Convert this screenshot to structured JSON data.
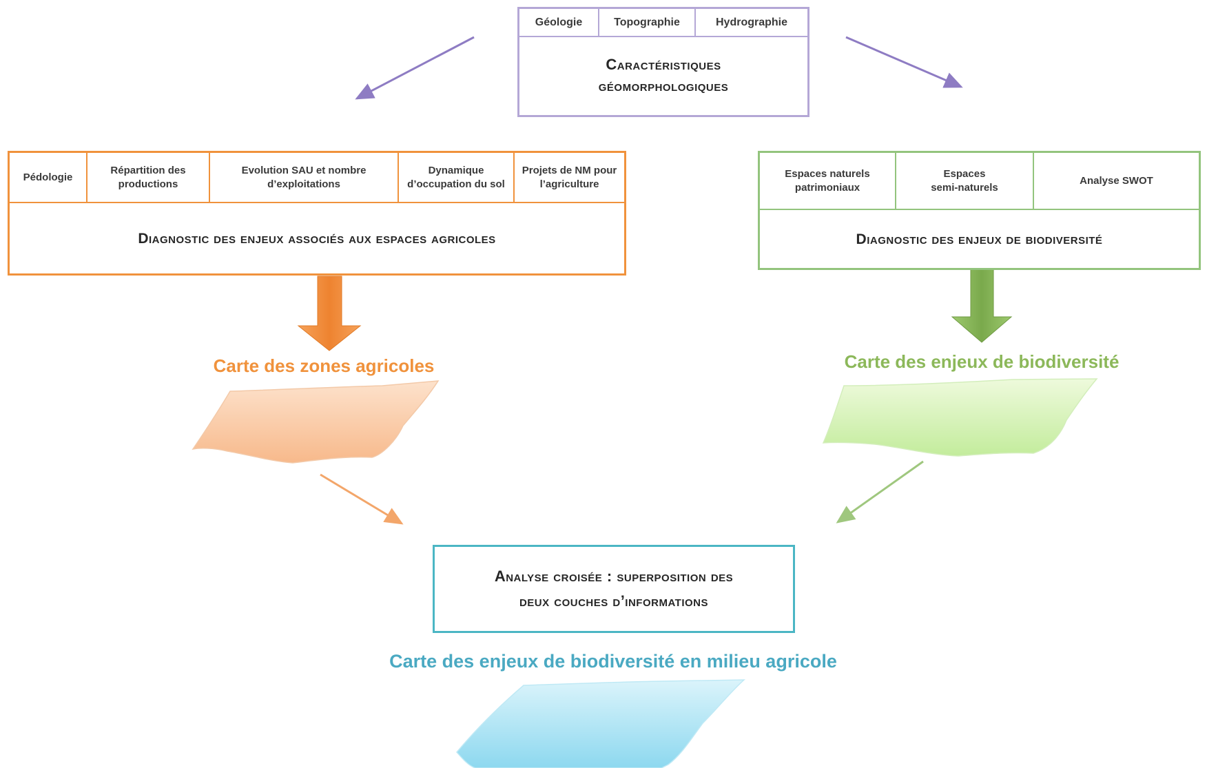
{
  "geomorph": {
    "tabs": [
      "Géologie",
      "Topographie",
      "Hydrographie"
    ],
    "title_line1": "Caractéristiques",
    "title_line2": "géomorphologiques"
  },
  "agri": {
    "tabs": [
      "Pédologie",
      "Répartition des productions",
      "Evolution SAU et nombre d’exploitations",
      "Dynamique d’occupation du sol",
      "Projets de NM pour l’agriculture"
    ],
    "title": "Diagnostic des enjeux associés aux espaces agricoles",
    "map_label": "Carte des zones agricoles"
  },
  "bio": {
    "tabs": [
      "Espaces naturels patrimoniaux",
      "Espaces semi-naturels",
      "Analyse SWOT"
    ],
    "title": "Diagnostic des enjeux de biodiversité",
    "map_label": "Carte des enjeux de biodiversité"
  },
  "cross": {
    "title_line1": "Analyse croisée : superposition des",
    "title_line2": "deux couches d’informations",
    "map_label": "Carte des enjeux de biodiversité en milieu agricole"
  },
  "colors": {
    "purple": "#b4a7d6",
    "purple_arrow": "#8e7cc3",
    "orange": "#f0923c",
    "green": "#93c47d",
    "green_text": "#8cb85a",
    "teal": "#4bb6c4",
    "teal_text": "#4aa9c2"
  }
}
